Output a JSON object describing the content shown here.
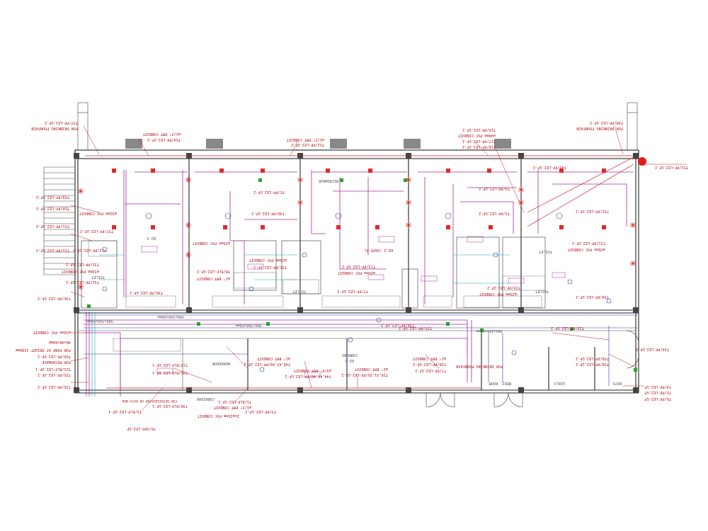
{
  "drawing": {
    "labels_top": {
      "drinking_left_t": "T37/PP-LE2.GF-2",
      "drinking_left_note": "FOR DRINKING FOUNTAIN",
      "t54": "T54/PP-LE2.GF-2",
      "emt1": "ø1/2\" EMT CONDUIT",
      "t51": "T51/PP-LE2.GF-2",
      "emt2": "ø1/2\" EMT CONDUIT",
      "pvc40": "ø40mm PVC CONDUIT",
      "t16": "T16/PP-LE2.GF-2",
      "t17": "T17/PP-LE2.GF-2",
      "t18": "T18/PP-LE2.GF-2",
      "drinking_right_t": "T40/PP-LE2.GF-2",
      "drinking_right_note": "FOR DRINKING FOUNTAIN",
      "t51b": "T51/PP-LE2.GF-2"
    },
    "labels_left": {
      "l1": "T59/PP-LE2.GF-2",
      "l2": "T58/PP-LE2.GF-2",
      "l3": "ø32mm PVC CONDUIT",
      "l4": "T37/PP-LE2.GF-2",
      "l5": "T51/PP-LE2.GF-2",
      "l6": "T11/PP-LE2.GF-2",
      "l7": "T31/PP-LE2.GF-2",
      "l8": "ø32mm PVC CONDUIT",
      "l9": "T32/PP-LE2.GF-2",
      "l10": "T36/PP-LE2.GF-2",
      "l11": "ø32mm PVC CONDUIT",
      "l12": "40x40x60mm",
      "l13": "FOR FARP AT HEIGHT 1500mm",
      "l14": "T50/PP-LE2.GF-2",
      "l15": "FOR MICROWAVE",
      "l16": "T21/ELP-LE2.GF-1",
      "l17": "T25/PP-LE2.GF-2",
      "l18": "T26/PP-LE2.GF-2"
    },
    "labels_mid": {
      "m1": "T5/PP-LE2.GF-2",
      "m2": "T36/PP-LE2.GF-2",
      "m3": "ø25mm PVC CONDUIT",
      "m4": "T8/ELP-LE2.GF-2",
      "m5": "ø1\" EMT CONDUIT",
      "m6": "ø25mm PVC CONDUIT",
      "m7": "T35/PP-LE2.GF-2",
      "m8": "T36/PP-LE2.GF-2",
      "m9": "T13/PP-LE2.GF-2",
      "m10": "ø25mm PVC CONDUIT",
      "m11": "KO-2 (SAFE-R)",
      "m12": "T7/PP-LE2.GF-2",
      "m13": "T5/PP-LE2.GF-2",
      "m14": "T4/PP-LE2.GF-2",
      "m15": "T43/PP-LE2.GF-2",
      "m16": "T21/PP-LE2.GF-2",
      "m17": "ø25mm PVC CONDUIT",
      "m18": "T33/PP-LE2.GF-2",
      "m19": "T34/PP-LE2.GF-2",
      "m20": "ø25mm PVC CONDUIT",
      "m21": "T31/PP-LE2.GF-2",
      "m22": "T12/PP-LE2.GF-2",
      "m23": "T36/PP-LE2.GF-2",
      "m24": "300x300x60mm",
      "m25": "300x300x60mm",
      "m26": "300x300x60mm",
      "m27": "T37/PP-LE2.GF-2",
      "m28": "300x300x60mm"
    },
    "labels_bottom": {
      "b1": "T17/ELP-LE2.GF-1",
      "b2": "ø1\" EMT CONDUIT",
      "b3": "T45,47,49/PP-LE2.GF-2",
      "b4": "ø3/4\" EMT CONDUIT",
      "b5": "T44,46,48/PP-LE2.GF-2",
      "b6": "ø1\" EMT CONDUIT",
      "b7": "T29,31,33/PP-LE2.GF-2",
      "b8": "T7/PP-LE2.GF-2",
      "b9": "ø1\" EMT CONDUIT",
      "b10": "T28/PP-LE2.GF-2",
      "b11": "FOR DRINKING FOUNTAIN",
      "b12": "T39/PP-LE2.GF-2",
      "b13": "T38/PP-LE2.GF-2",
      "b14": "T23/PP-LE2.GF-2",
      "b15": "T24/PP-LE2.GF-2",
      "b16": "T4/PP-LE2.GF",
      "b17": "T5/PP-LE2.GF",
      "b18": "T6/PP-LE2.GF",
      "b19": "T6/UPP-LE2.GF",
      "b20": "T30/ELP-LE2.GF-1",
      "b21": "FOR REFRIGERATOR OR DATA NEW",
      "b22": "T2/ELP-LE2.GF-1",
      "b23": "T41/ELP-LE2.GF-1",
      "b24": "T1/ELP-LE2.GF-1",
      "b25": "ø1/2\" EMT CONDUIT",
      "b26": "T3/PP-LE2.GF-2",
      "b27": "2xø25mm PVC CONDUIT"
    },
    "rooms": {
      "r1": "WORKROOM",
      "r2": "COMMONS",
      "r3": "KO-2",
      "r4": "KO-3",
      "r5": "TOILET",
      "r6": "TOILET",
      "r7": "TOILET",
      "r8": "TOILET",
      "r9": "MEDI. ROOM",
      "r10": "GIRLS",
      "r11": "BOYS",
      "r12": "CORRIDOR",
      "r13": "MICROWAVE"
    }
  }
}
